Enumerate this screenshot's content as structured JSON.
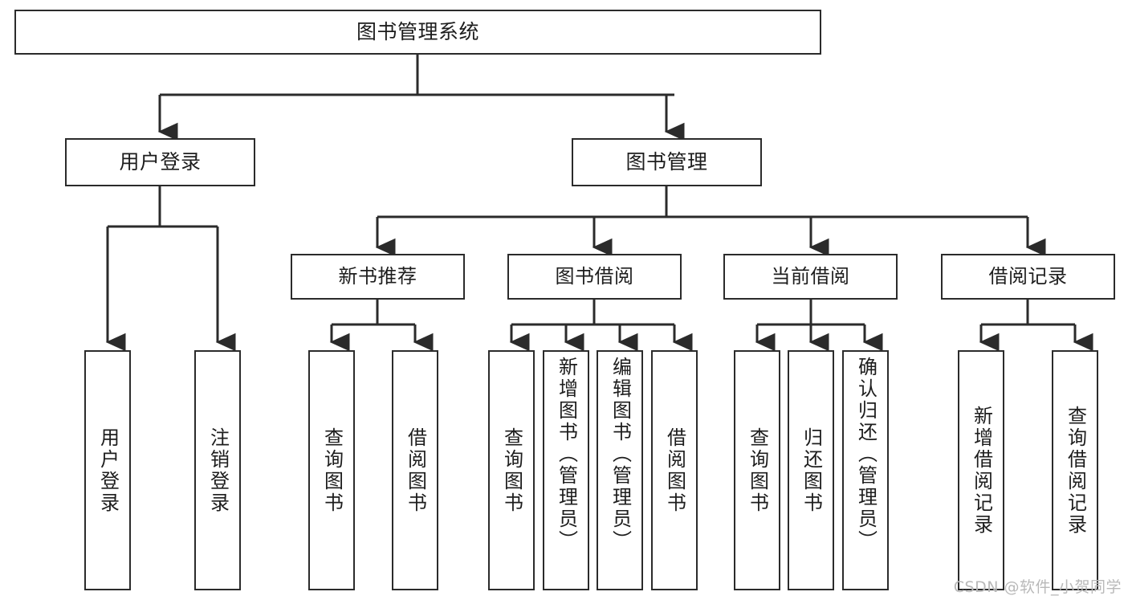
{
  "diagram": {
    "title": "图书管理系统",
    "type": "tree-hierarchy",
    "watermark": "CSDN @软件_小贺同学",
    "colors": {
      "box_border": "#2b2b2b",
      "box_fill": "#ffffff",
      "edge": "#2b2b2b",
      "text": "#1d1d1d",
      "watermark": "#b9b9b9"
    },
    "root": {
      "label": "图书管理系统"
    },
    "level1": [
      {
        "label": "用户登录"
      },
      {
        "label": "图书管理"
      }
    ],
    "level2": [
      {
        "label": "新书推荐"
      },
      {
        "label": "图书借阅"
      },
      {
        "label": "当前借阅"
      },
      {
        "label": "借阅记录"
      }
    ],
    "leaves": {
      "user_login": [
        {
          "label": "用户登录"
        },
        {
          "label": "注销登录"
        }
      ],
      "new_book_recommend": [
        {
          "label": "查询图书"
        },
        {
          "label": "借阅图书"
        }
      ],
      "book_borrow": [
        {
          "label": "查询图书"
        },
        {
          "label": "新增图书（管理员）"
        },
        {
          "label": "编辑图书（管理员）"
        },
        {
          "label": "借阅图书"
        }
      ],
      "current_borrow": [
        {
          "label": "查询图书"
        },
        {
          "label": "归还图书"
        },
        {
          "label": "确认归还（管理员）"
        }
      ],
      "borrow_record": [
        {
          "label": "新增借阅记录"
        },
        {
          "label": "查询借阅记录"
        }
      ]
    }
  }
}
